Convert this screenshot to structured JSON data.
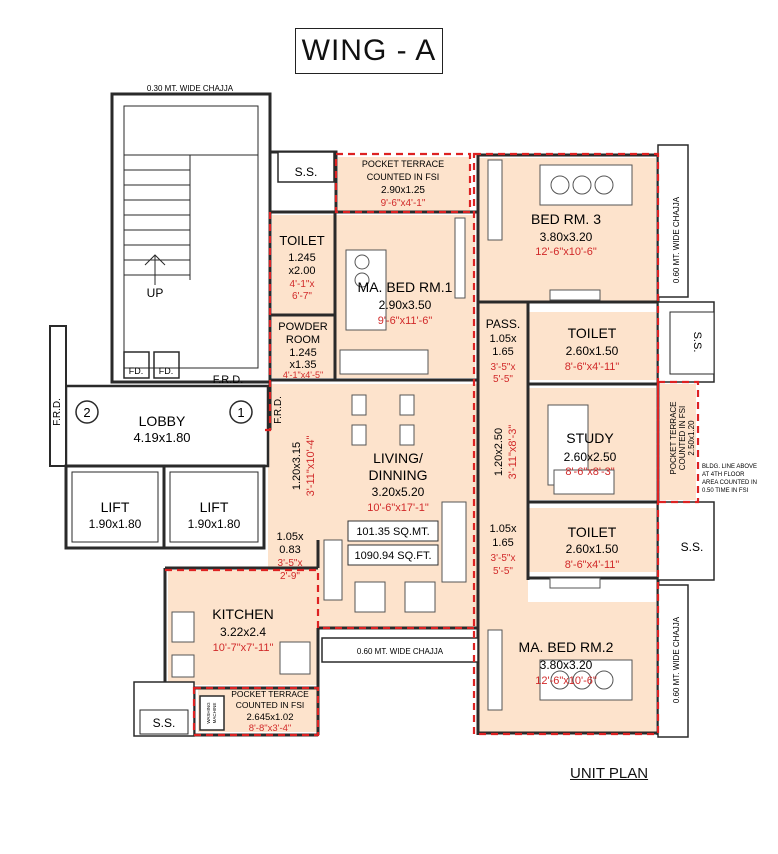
{
  "title": "WING - A",
  "subtitle": "UNIT PLAN",
  "colors": {
    "room_fill": "#fde3cc",
    "wall": "#2a2a2a",
    "red_text": "#d12a2a",
    "red_dash": "#d22",
    "grey_fill": "#e9e9e9"
  },
  "rooms": {
    "bed3": {
      "name": "BED RM. 3",
      "metric": "3.80x3.20",
      "imperial": "12'-6\"x10'-6\""
    },
    "bed1": {
      "name": "MA. BED RM.1",
      "metric": "2.90x3.50",
      "imperial": "9'-6\"x11'-6\""
    },
    "bed2": {
      "name": "MA. BED RM.2",
      "metric": "3.80x3.20",
      "imperial": "12'-6\"x10'-6\""
    },
    "toilet1": {
      "name": "TOILET",
      "metric_a": "1.245",
      "metric_b": "x2.00",
      "imperial_a": "4'-1\"x",
      "imperial_b": "6'-7\""
    },
    "toilet2": {
      "name": "TOILET",
      "metric": "2.60x1.50",
      "imperial": "8'-6\"x4'-11\""
    },
    "toilet3": {
      "name": "TOILET",
      "metric": "2.60x1.50",
      "imperial": "8'-6\"x4'-11\""
    },
    "powder": {
      "name_a": "POWDER",
      "name_b": "ROOM",
      "metric_a": "1.245",
      "metric_b": "x1.35",
      "imperial": "4'-1\"x4'-5\""
    },
    "pass1": {
      "name": "PASS.",
      "metric_a": "1.05x",
      "metric_b": "1.65",
      "imperial_a": "3'-5\"x",
      "imperial_b": "5'-5\""
    },
    "pass2": {
      "metric_a": "1.05x",
      "metric_b": "1.65",
      "imperial_a": "3'-5\"x",
      "imperial_b": "5'-5\""
    },
    "pass3": {
      "metric_a": "1.05x",
      "metric_b": "0.83",
      "imperial_a": "3'-5\"x",
      "imperial_b": "2'-9\""
    },
    "study": {
      "name": "STUDY",
      "metric": "2.60x2.50",
      "imperial": "8'-6\"x8'-3\""
    },
    "living": {
      "name_a": "LIVING/",
      "name_b": "DINNING",
      "metric": "3.20x5.20",
      "imperial": "10'-6\"x17'-1\""
    },
    "kitchen": {
      "name": "KITCHEN",
      "metric": "3.22x2.4",
      "imperial": "10'-7\"x7'-11\""
    },
    "lobby": {
      "name": "LOBBY",
      "metric": "4.19x1.80"
    },
    "lift1": {
      "name": "LIFT",
      "metric": "1.90x1.80"
    },
    "lift2": {
      "name": "LIFT",
      "metric": "1.90x1.80"
    },
    "frd_passage": {
      "metric": "1.20x3.15",
      "imperial": "3'-11\"x10'-4\""
    },
    "mid_passage": {
      "metric": "1.20x2.50",
      "imperial": "3'-11\"x8'-3\""
    }
  },
  "area": {
    "sqm": "101.35 SQ.MT.",
    "sqft": "1090.94 SQ.FT."
  },
  "terraces": {
    "top": {
      "line1": "POCKET TERRACE",
      "line2": "COUNTED IN FSI",
      "metric": "2.90x1.25",
      "imperial": "9'-6\"x4'-1\""
    },
    "bottom": {
      "line1": "POCKET TERRACE",
      "line2": "COUNTED IN FSI",
      "metric": "2.645x1.02",
      "imperial": "8'-8\"x3'-4\""
    },
    "right": {
      "line1": "POCKET TERRACE",
      "line2": "COUNTED IN FSI",
      "metric": "2.50x1.20"
    }
  },
  "labels": {
    "chajja_top": "0.30 MT. WIDE CHAJJA",
    "chajja_right_top": "0.60 MT. WIDE CHAJJA",
    "chajja_right_bottom": "0.60 MT. WIDE CHAJJA",
    "chajja_bottom": "0.60 MT. WIDE CHAJJA",
    "ss": "S.S.",
    "up": "UP",
    "fd": "FD.",
    "frd": "F.R.D.",
    "grid_1": "1",
    "grid_2": "2",
    "washing": "WASHING",
    "machine": "MACHINE",
    "note_1": "BLDG. LINE ABOVE",
    "note_2": "AT 4TH FLOOR",
    "note_3": "AREA COUNTED IN",
    "note_4": "0.50 TIME IN FSI"
  }
}
